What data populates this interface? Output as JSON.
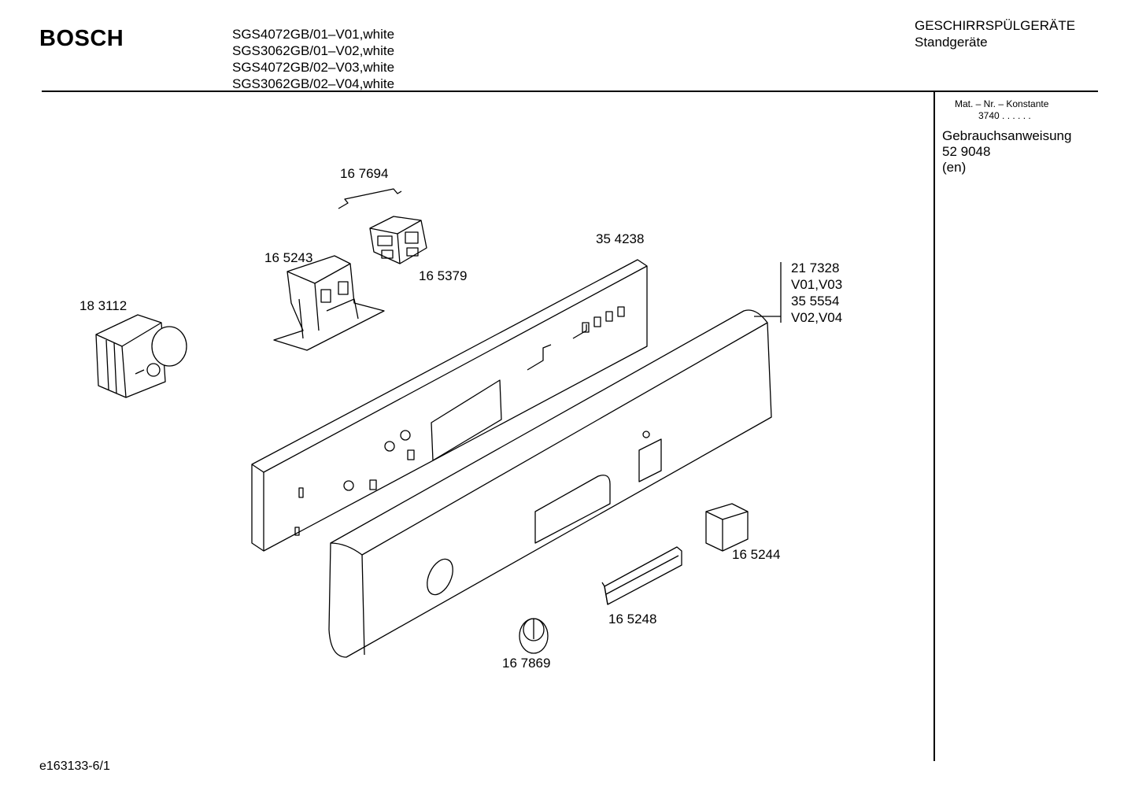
{
  "header": {
    "brand": "BOSCH",
    "models": [
      "SGS4072GB/01–V01,white",
      "SGS3062GB/01–V02,white",
      "SGS4072GB/02–V03,white",
      "SGS3062GB/02–V04,white"
    ],
    "category_line1": "GESCHIRRSPÜLGERÄTE",
    "category_line2": "Standgeräte"
  },
  "sidebar": {
    "constant_label": "Mat. – Nr. – Konstante",
    "constant_value": "3740 . . . . . .",
    "document_title": "Gebrauchsanweisung",
    "document_number": "52 9048",
    "document_language": "(en)"
  },
  "parts": {
    "p167694": "16 7694",
    "p165243": "16 5243",
    "p165379": "16 5379",
    "p354238": "35 4238",
    "p183112": "18 3112",
    "p217328": "21 7328",
    "v01v03": "V01,V03",
    "p355554": "35 5554",
    "v02v04": "V02,V04",
    "p165244": "16 5244",
    "p165248": "16 5248",
    "p167869": "16 7869"
  },
  "footer": {
    "drawing_id": "e163133-6/1"
  }
}
